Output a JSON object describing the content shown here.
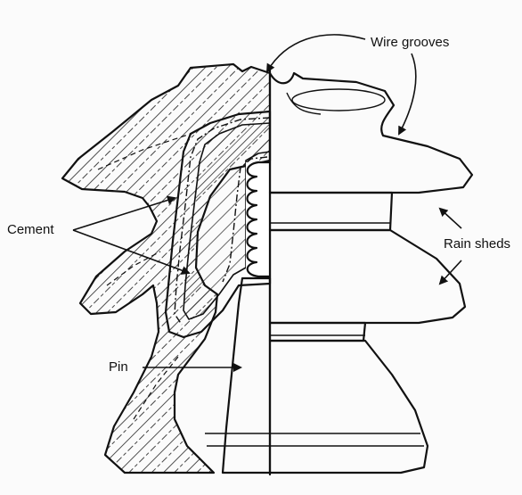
{
  "labels": {
    "wire_grooves": "Wire grooves",
    "cement": "Cement",
    "rain_sheds": "Rain sheds",
    "pin": "Pin"
  },
  "colors": {
    "ink": "#111111",
    "background": "#ffffff"
  }
}
